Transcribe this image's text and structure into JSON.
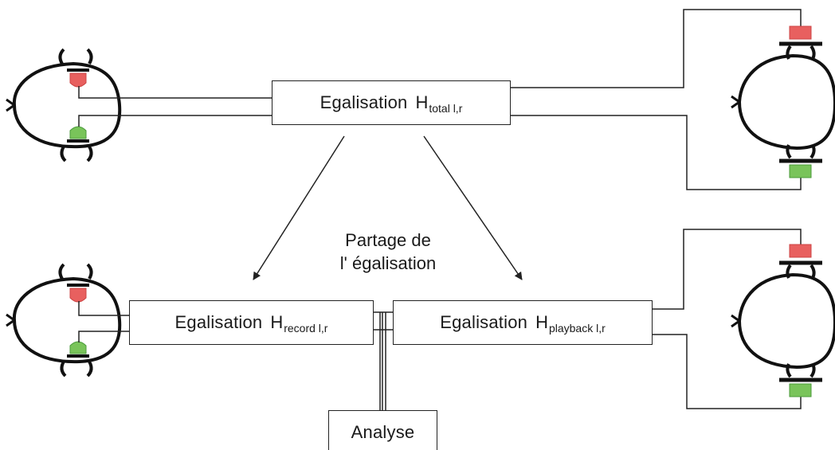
{
  "boxes": {
    "total": {
      "text": "Egalisation",
      "symbol": "H",
      "subscript": "total l,r"
    },
    "record": {
      "text": "Egalisation",
      "symbol": "H",
      "subscript": "record l,r"
    },
    "playback": {
      "text": "Egalisation",
      "symbol": "H",
      "subscript": "playback l,r"
    },
    "analyse": {
      "text": "Analyse"
    }
  },
  "share_label": {
    "line1": "Partage de",
    "line2": "l' égalisation"
  },
  "colors": {
    "red_transducer": "#e8605f",
    "green_transducer": "#79c45a",
    "stroke": "#222222",
    "head_stroke": "#111111"
  },
  "icons": {
    "heads": [
      "head-left-icon",
      "head-right-icon"
    ],
    "transducers": [
      "red-speaker-icon",
      "green-microphone-icon"
    ]
  }
}
